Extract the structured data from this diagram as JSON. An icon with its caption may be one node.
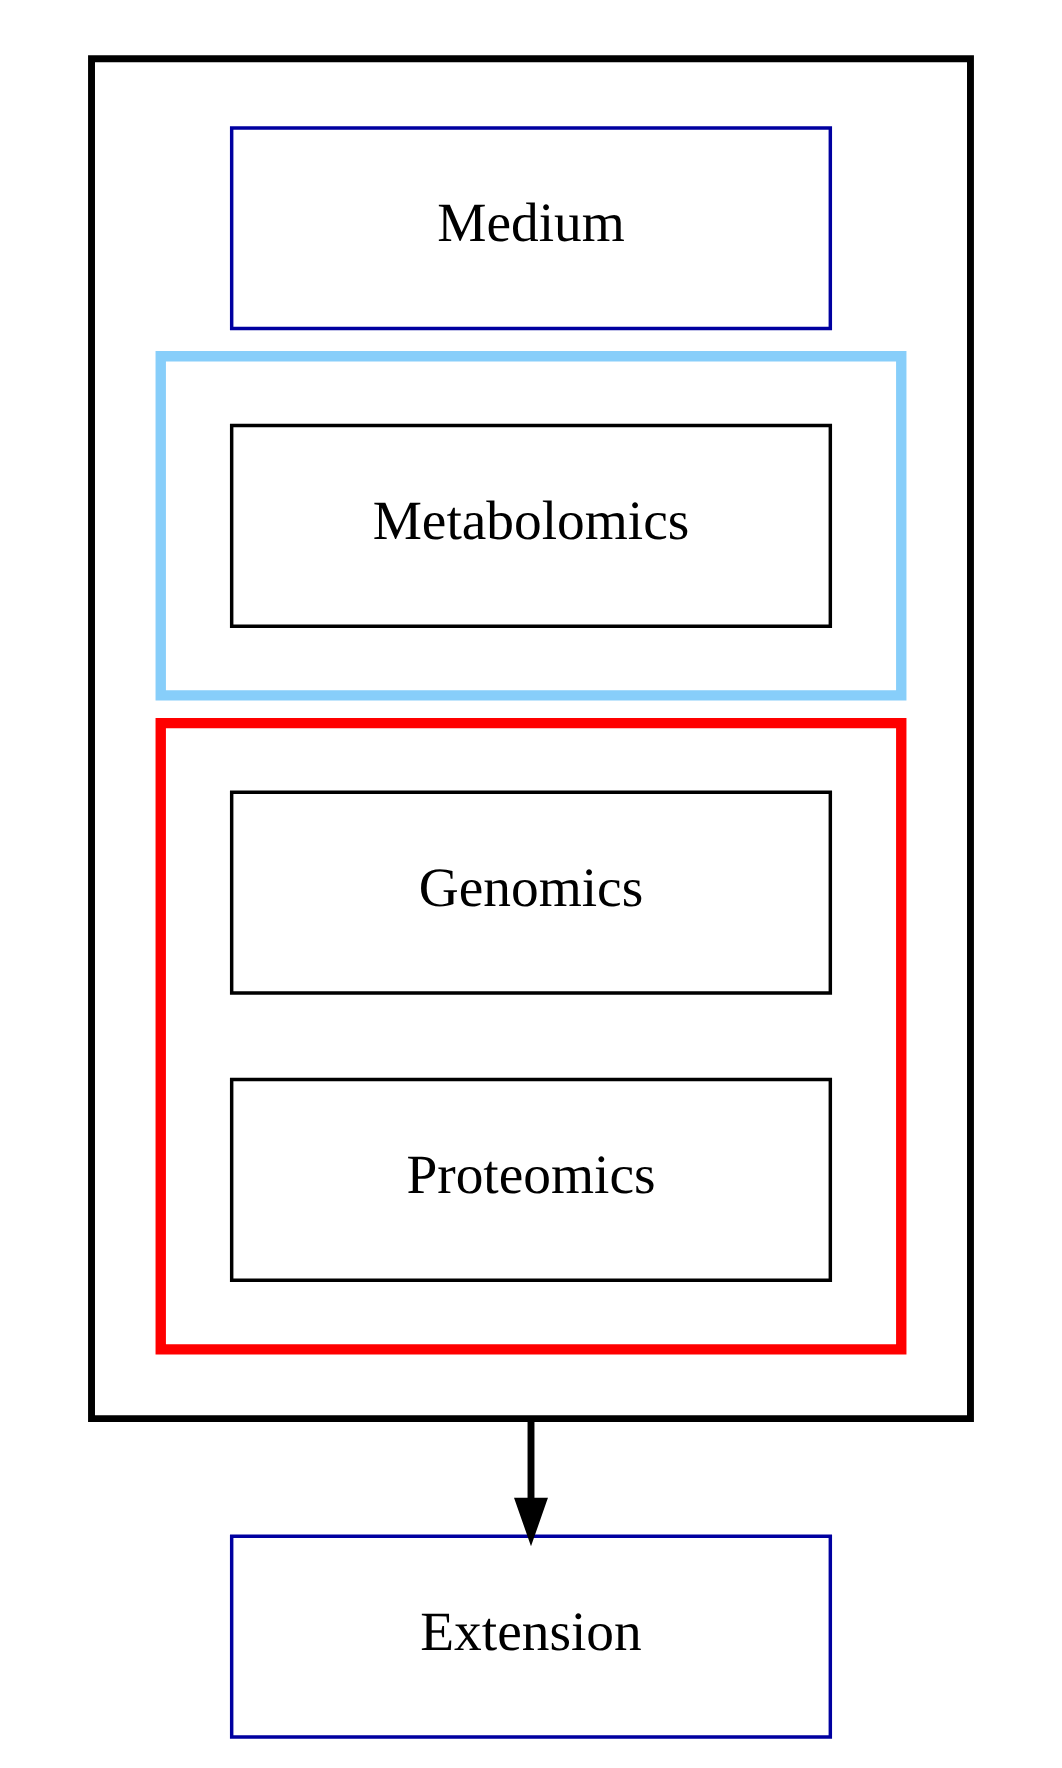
{
  "diagram": {
    "nodes": [
      {
        "text": [],
        "shape": "box"
      },
      {
        "text": [
          "Medium"
        ],
        "in": 0
      },
      {
        "text": [],
        "shape": "box",
        "in": 0
      },
      {
        "text": [
          "Metabolomics"
        ],
        "in": 2
      },
      {
        "text": [],
        "shape": "box",
        "in": 0
      },
      {
        "text": [
          "Genomics"
        ],
        "in": 4
      },
      {
        "text": [
          "Proteomics"
        ],
        "in": 4
      },
      {
        "text": [
          "Extension"
        ]
      }
    ],
    "edges": [
      {
        "from": 0,
        "to": 7,
        "arrow": "to"
      }
    ]
  }
}
